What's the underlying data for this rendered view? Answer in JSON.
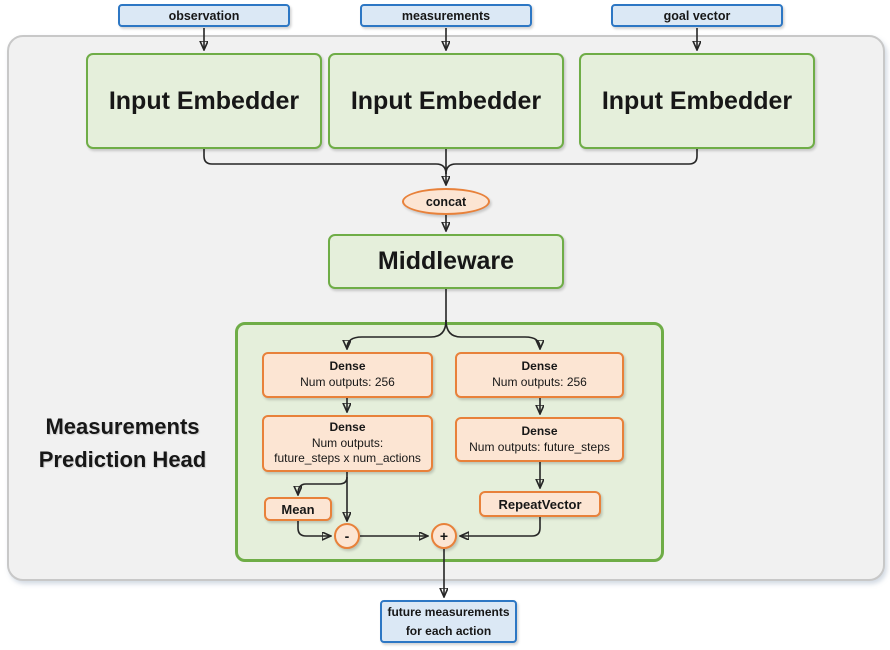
{
  "colors": {
    "canvas_bg": "#ffffff",
    "container_bg": "#f1f1f1",
    "container_border": "#c8c8c8",
    "blue_border": "#2d77c4",
    "blue_fill": "#dbe8f5",
    "green_border": "#6fad47",
    "green_fill": "#e5efdb",
    "orange_border": "#e8813a",
    "orange_fill": "#fce5d3",
    "line_color": "#262626",
    "text_color": "#171717"
  },
  "inputs": [
    {
      "label": "observation"
    },
    {
      "label": "measurements"
    },
    {
      "label": "goal vector"
    }
  ],
  "embedders": [
    {
      "label": "Input Embedder"
    },
    {
      "label": "Input Embedder"
    },
    {
      "label": "Input Embedder"
    }
  ],
  "concat": {
    "label": "concat"
  },
  "middleware": {
    "label": "Middleware"
  },
  "prediction_head": {
    "title": "Measurements Prediction Head",
    "dense_left_1": {
      "title": "Dense",
      "line1": "Num outputs: 256"
    },
    "dense_right_1": {
      "title": "Dense",
      "line1": "Num outputs: 256"
    },
    "dense_left_2": {
      "title": "Dense",
      "line1": "Num outputs:",
      "line2": "future_steps x num_actions"
    },
    "dense_right_2": {
      "title": "Dense",
      "line1": "Num outputs: future_steps"
    },
    "mean": {
      "label": "Mean"
    },
    "repeat_vector": {
      "label": "RepeatVector"
    },
    "minus": {
      "label": "-"
    },
    "plus": {
      "label": "+"
    }
  },
  "output": {
    "line1": "future measurements",
    "line2": "for each action"
  }
}
